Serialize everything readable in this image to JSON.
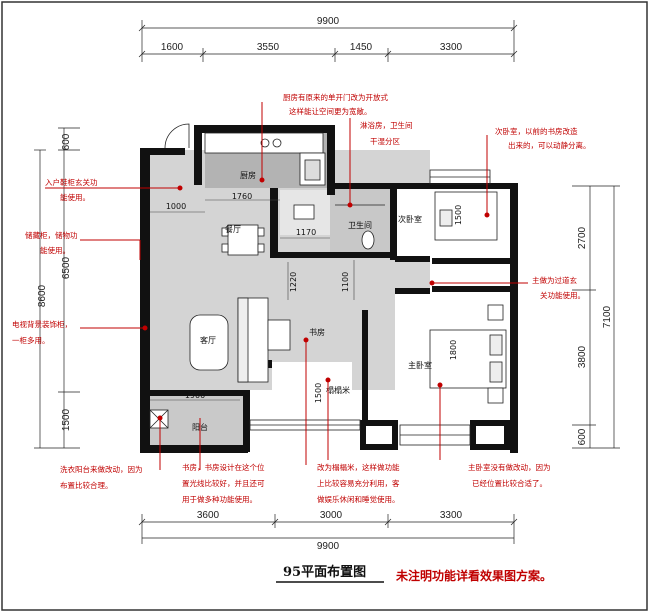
{
  "dimensions": {
    "top_total": "9900",
    "top_segments": [
      "1600",
      "3550",
      "1450",
      "3300"
    ],
    "bottom_total": "9900",
    "bottom_segments": [
      "3600",
      "3000",
      "3300"
    ],
    "left_outer": "8600",
    "left_segments": [
      "600",
      "6500",
      "1500"
    ],
    "right_outer": "7100",
    "right_segments": [
      "2700",
      "3800",
      "600"
    ],
    "inner": {
      "d1000": "1000",
      "d1760": "1760",
      "d1170": "1170",
      "d1220": "1220",
      "d1100": "1100",
      "d1500_bed": "1500",
      "d1800": "1800",
      "d1500_store": "1500",
      "d1900": "1900"
    }
  },
  "rooms": {
    "kitchen": "厨房",
    "dining": "餐厅",
    "bathroom": "卫生间",
    "second_bedroom": "次卧室",
    "living": "客厅",
    "study": "书房",
    "master_bedroom": "主卧室",
    "tatami": "榻榻米",
    "balcony": "阳台"
  },
  "annotations": {
    "kitchen_open": [
      "厨房有原来的单开门改为开放式",
      "这样能让空间更为宽敞。"
    ],
    "bath_split": [
      "淋浴房，卫生间",
      "干湿分区"
    ],
    "second_bed": [
      "次卧室，以前的书房改造",
      "出来的，可以动静分离。"
    ],
    "entry_cabinet": [
      "入户鞋柜玄关功",
      "能使用。"
    ],
    "storage": [
      "储藏柜，储物功",
      "能使用。"
    ],
    "tv_wall": [
      "电视背景装饰柜，",
      "一柜多用。"
    ],
    "master_pass": [
      "主做为过道玄",
      "关功能使用。"
    ],
    "laundry": [
      "洗衣阳台来做改动，因为",
      "布置比较合理。"
    ],
    "study_design": [
      "书房，书房设计在这个位",
      "置光线比较好，并且还可",
      "用于做多种功能使用。"
    ],
    "tatami_note": [
      "改为榻榻米，这样做功能",
      "上比较容易充分利用，客",
      "做娱乐休闲和睡觉使用。"
    ],
    "master_unchanged": [
      "主卧室没有做改动，因为",
      "已经位置比较合适了。"
    ]
  },
  "footer": {
    "title": "95平面布置图",
    "note": "未注明功能详看效果图方案。"
  }
}
